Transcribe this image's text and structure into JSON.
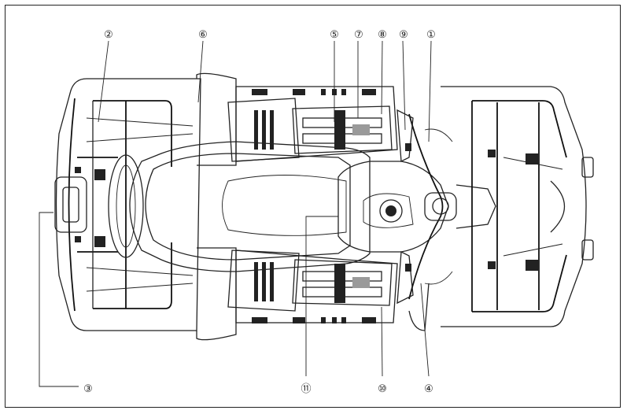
{
  "figure": {
    "callouts": [
      {
        "id": "c1",
        "label": "①"
      },
      {
        "id": "c2",
        "label": "②"
      },
      {
        "id": "c3",
        "label": "③"
      },
      {
        "id": "c4",
        "label": "④"
      },
      {
        "id": "c5",
        "label": "⑤"
      },
      {
        "id": "c6",
        "label": "⑥"
      },
      {
        "id": "c7",
        "label": "⑦"
      },
      {
        "id": "c8",
        "label": "⑧"
      },
      {
        "id": "c9",
        "label": "⑨"
      },
      {
        "id": "c10",
        "label": "⑩"
      },
      {
        "id": "c11",
        "label": "⑪"
      }
    ]
  }
}
